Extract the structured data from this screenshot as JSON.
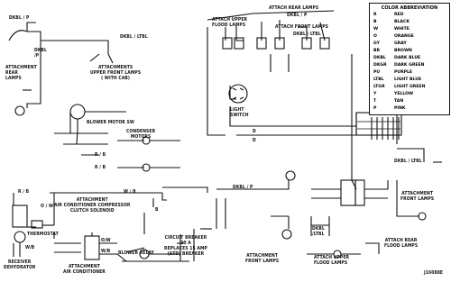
{
  "legend": {
    "title": "COLOR ABBREVIATION",
    "rows": [
      {
        "code": "R",
        "name": "RED"
      },
      {
        "code": "B",
        "name": "BLACK"
      },
      {
        "code": "W",
        "name": "WHITE"
      },
      {
        "code": "O",
        "name": "ORANGE"
      },
      {
        "code": "GY",
        "name": "GRAY"
      },
      {
        "code": "BR",
        "name": "BROWN"
      },
      {
        "code": "DKBL",
        "name": "DARK BLUE"
      },
      {
        "code": "DKGR",
        "name": "DARK GREEN"
      },
      {
        "code": "PU",
        "name": "PURPLE"
      },
      {
        "code": "LTBL",
        "name": "LIGHT BLUE"
      },
      {
        "code": "LTGR",
        "name": "LIGHT GREEN"
      },
      {
        "code": "Y",
        "name": "YELLOW"
      },
      {
        "code": "T",
        "name": "TAN"
      },
      {
        "code": "P",
        "name": "PINK"
      }
    ]
  },
  "labels": {
    "dkbl_p_top": "DKBL / P",
    "dkbl_p_vert": "DKBL\n/P",
    "attach_rear_lamps_left": "ATTACHMENT\nREAR\nLAMPS",
    "dkbl_ltbl_top": "DKBL / LTBL",
    "attach_upper_front_cab": "ATTACHMENTS\nUPPER FRONT LAMPS\n( WITH CAB)",
    "attach_upper_flood": "ATTACH UPPER\nFLOOD LAMPS",
    "attach_rear_lamps_top": "ATTACH REAR LAMPS",
    "dkbl_p_2": "DKBL / P",
    "attach_front_lamps_top": "ATTACH FRONT LAMPS",
    "dkbl_ltbl_2": "DKBL / LTBL",
    "light_switch": "LIGHT\nSWITCH",
    "blower_motor": "BLOWER MOTOR SW",
    "condenser_motors": "CONDENSER\nMOTORS",
    "r_b_1": "R / B",
    "r_b_2": "R / B",
    "r_b_3": "R / B",
    "w_b_1": "W / B",
    "o_w": "O / W",
    "attach_compressor": "ATTACHMENT\nAIR CONDITIONER COMPRESSOR\nCLUTCH SOLENOID",
    "thermostat": "THERMOSTAT",
    "receiver_dehydrator": "RECEIVER\nDEHYDRATOR",
    "w_b_2": "W/B",
    "o_w_2": "O/W",
    "w_b_3": "W/B",
    "attach_air_conditioner": "ATTACHMENT\nAIR CONDITIONER",
    "blower_relay": "BLOWER RELAY",
    "circuit_breaker": "CIRCUIT BREAKER\n30 A\nREPLACES 15 AMP\n(STD) BREAKER",
    "dkbl_p_mid": "DKBL / P",
    "attachment_front_lamps_bottom": "ATTACHMENT\nFRONT LAMPS",
    "dkbl_ltbl_right": "DKBL / LTBL",
    "attachment_front_lamps_right": "ATTACHMENT\nFRONT LAMPS",
    "dkbl_ltbl_low": "DKBL\n/LTBL",
    "attach_upper_flood_bottom": "ATTACH UPPER\nFLOOD LAMPS",
    "attach_rear_flood": "ATTACH REAR\nFLOOD LAMPS",
    "d_1": "D",
    "d_2": "D",
    "b_mark": "B",
    "fig_number": "J16088E"
  }
}
